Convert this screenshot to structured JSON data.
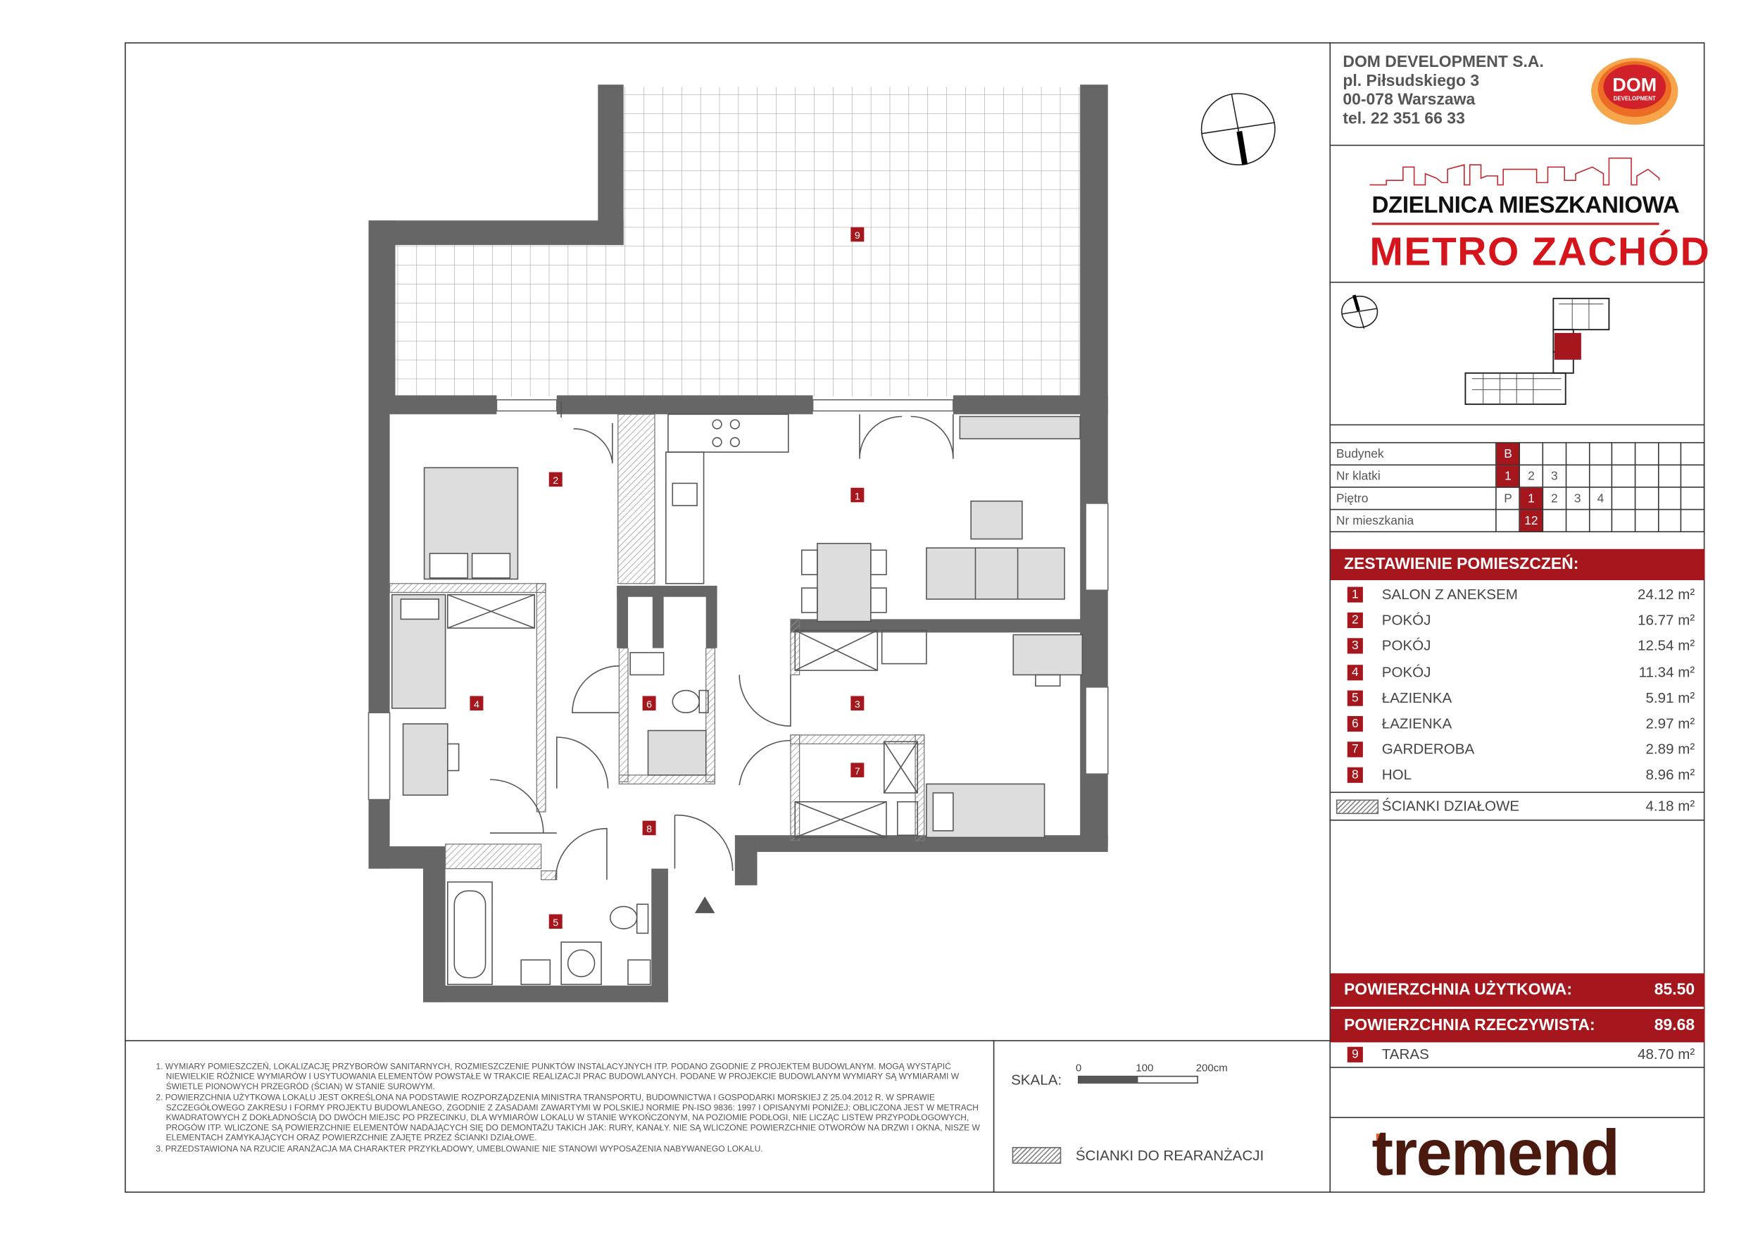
{
  "company": {
    "name": "DOM DEVELOPMENT S.A.",
    "street": "pl. Piłsudskiego 3",
    "city": "00-078 Warszawa",
    "phone": "tel. 22 351 66 33",
    "logo_text": "DOM",
    "logo_sub": "DEVELOPMENT"
  },
  "project": {
    "line1": "DZIELNICA MIESZKANIOWA",
    "line2": "METRO ZACHÓD"
  },
  "location": {
    "rows": [
      {
        "label": "Budynek",
        "cells": [
          "B",
          "",
          "",
          "",
          "",
          "",
          "",
          "",
          ""
        ],
        "selected": [
          0
        ]
      },
      {
        "label": "Nr klatki",
        "cells": [
          "1",
          "2",
          "3",
          "",
          "",
          "",
          "",
          "",
          ""
        ],
        "selected": [
          0
        ]
      },
      {
        "label": "Piętro",
        "cells": [
          "P",
          "1",
          "2",
          "3",
          "4",
          "",
          "",
          "",
          ""
        ],
        "selected": [
          1
        ]
      },
      {
        "label": "Nr mieszkania",
        "cells": [
          "",
          "12",
          "",
          "",
          "",
          "",
          "",
          "",
          ""
        ],
        "selected": [
          1
        ]
      }
    ]
  },
  "rooms": {
    "title": "ZESTAWIENIE POMIESZCZEŃ:",
    "items": [
      {
        "no": "1",
        "name": "SALON Z ANEKSEM",
        "area": "24.12 m²"
      },
      {
        "no": "2",
        "name": "POKÓJ",
        "area": "16.77 m²"
      },
      {
        "no": "3",
        "name": "POKÓJ",
        "area": "12.54 m²"
      },
      {
        "no": "4",
        "name": "POKÓJ",
        "area": "11.34 m²"
      },
      {
        "no": "5",
        "name": "ŁAZIENKA",
        "area": "5.91 m²"
      },
      {
        "no": "6",
        "name": "ŁAZIENKA",
        "area": "2.97 m²"
      },
      {
        "no": "7",
        "name": "GARDEROBA",
        "area": "2.89 m²"
      },
      {
        "no": "8",
        "name": "HOL",
        "area": "8.96 m²"
      }
    ],
    "partition": {
      "name": "ŚCIANKI DZIAŁOWE",
      "area": "4.18 m²"
    }
  },
  "summary": {
    "usable_label": "POWIERZCHNIA UŻYTKOWA:",
    "usable": "85.50",
    "real_label": "POWIERZCHNIA RZECZYWISTA:",
    "real": "89.68",
    "terrace": {
      "no": "9",
      "name": "TARAS",
      "area": "48.70 m²"
    }
  },
  "notes": [
    "1. WYMIARY POMIESZCZEŃ, LOKALIZACJĘ PRZYBORÓW SANITARNYCH, ROZMIESZCZENIE PUNKTÓW INSTALACYJNYCH ITP. PODANO ZGODNIE Z PROJEKTEM BUDOWLANYM. MOGĄ WYSTĄPIĆ NIEWIELKIE RÓŻNICE WYMIARÓW I USYTUOWANIA ELEMENTÓW POWSTAŁE W TRAKCIE REALIZACJI PRAC BUDOWLANYCH. PODANE W PROJEKCIE BUDOWLANYM WYMIARY SĄ WYMIARAMI W ŚWIETLE PIONOWYCH PRZEGRÓD (ŚCIAN) W STANIE SUROWYM.",
    "2. POWIERZCHNIA UŻYTKOWA LOKALU JEST OKREŚLONA NA PODSTAWIE ROZPORZĄDZENIA MINISTRA TRANSPORTU, BUDOWNICTWA I GOSPODARKI MORSKIEJ Z 25.04.2012 R. W SPRAWIE SZCZEGÓŁOWEGO ZAKRESU I FORMY PROJEKTU BUDOWLANEGO, ZGODNIE Z ZASADAMI ZAWARTYMI W POLSKIEJ NORMIE PN-ISO 9836: 1997 I OPISANYMI PONIŻEJ: OBLICZONA JEST W METRACH KWADRATOWYCH Z DOKŁADNOŚCIĄ DO DWÓCH MIEJSC PO PRZECINKU, DLA WYMIARÓW LOKALU W STANIE WYKOŃCZONYM, NA POZIOMIE PODŁOGI, NIE LICZĄC LISTEW PRZYPODŁOGOWYCH, PROGÓW ITP. WLICZONE SĄ POWIERZCHNIE ELEMENTÓW NADAJĄCYCH SIĘ DO DEMONTAŻU TAKICH JAK: RURY, KANAŁY. NIE SĄ WLICZONE POWIERZCHNIE OTWORÓW NA DRZWI I OKNA, NISZE W ELEMENTACH ZAMYKAJĄCYCH ORAZ POWIERZCHNIE ZAJĘTE PRZEZ ŚCIANKI DZIAŁOWE.",
    "3. PRZEDSTAWIONA NA RZUCIE ARANŻACJA MA CHARAKTER PRZYKŁADOWY, UMEBLOWANIE NIE STANOWI WYPOSAŻENIA NABYWANEGO LOKALU."
  ],
  "scale": {
    "label": "SKALA:",
    "ticks": [
      "0",
      "100",
      "200cm"
    ]
  },
  "legend": {
    "rearrange": "ŚCIANKI DO REARANŻACJI"
  },
  "footer_brand": "tremend",
  "plan_labels": [
    "1",
    "2",
    "3",
    "4",
    "5",
    "6",
    "7",
    "8",
    "9"
  ],
  "colors": {
    "accent": "#a5161d",
    "wall": "#666666"
  }
}
